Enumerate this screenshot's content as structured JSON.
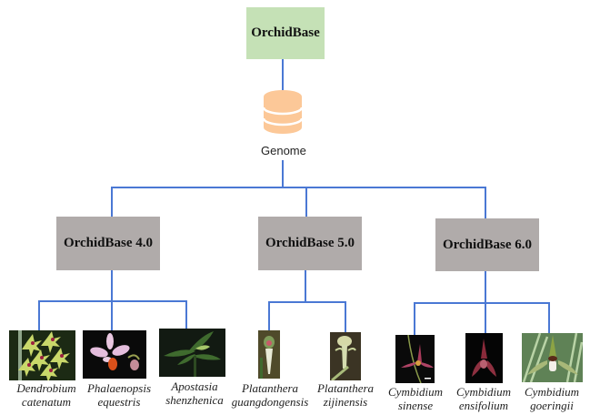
{
  "root": {
    "label": "OrchidBase",
    "color": "#c5e1b6"
  },
  "genome": {
    "label": "Genome",
    "icon": "database-icon",
    "icon_color": "#fcc898"
  },
  "connector_color": "#4a78d4",
  "versions": [
    {
      "label": "OrchidBase 4.0",
      "color": "#b0abaa",
      "species": [
        {
          "genus": "Dendrobium",
          "epithet": "catenatum",
          "photo": "dendrobium-catenatum-photo"
        },
        {
          "genus": "Phalaenopsis",
          "epithet": "equestris",
          "photo": "phalaenopsis-equestris-photo"
        },
        {
          "genus": "Apostasia",
          "epithet": "shenzhenica",
          "photo": "apostasia-shenzhenica-photo"
        }
      ]
    },
    {
      "label": "OrchidBase 5.0",
      "color": "#b0abaa",
      "species": [
        {
          "genus": "Platanthera",
          "epithet": "guangdongensis",
          "photo": "platanthera-guangdongensis-photo"
        },
        {
          "genus": "Platanthera",
          "epithet": "zijinensis",
          "photo": "platanthera-zijinensis-photo"
        }
      ]
    },
    {
      "label": "OrchidBase 6.0",
      "color": "#b0abaa",
      "species": [
        {
          "genus": "Cymbidium",
          "epithet": "sinense",
          "photo": "cymbidium-sinense-photo"
        },
        {
          "genus": "Cymbidium",
          "epithet": "ensifolium",
          "photo": "cymbidium-ensifolium-photo"
        },
        {
          "genus": "Cymbidium",
          "epithet": "goeringii",
          "photo": "cymbidium-goeringii-photo"
        }
      ]
    }
  ]
}
